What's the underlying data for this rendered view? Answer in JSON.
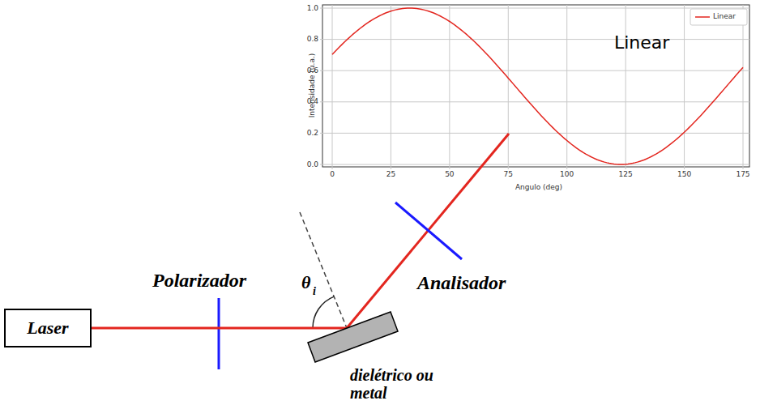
{
  "diagram": {
    "nodes": [
      {
        "text": [
          "Laser"
        ]
      },
      {
        "text": [
          "dielétrico ou metal"
        ]
      }
    ],
    "edges": [
      {
        "from": 0,
        "to": 1,
        "arrow": "none"
      }
    ],
    "labels": [
      "Linear",
      "Intensidade (u.a.)",
      "Angulo (deg)",
      "0.0",
      "0.2",
      "0.4",
      "0.6",
      "0.8",
      "1.0",
      "0",
      "25",
      "50",
      "75",
      "100",
      "125",
      "150",
      "175",
      "Polarizador",
      "θ",
      "i",
      "Analisador"
    ],
    "legend": [
      {
        "text": "Linear"
      }
    ]
  }
}
